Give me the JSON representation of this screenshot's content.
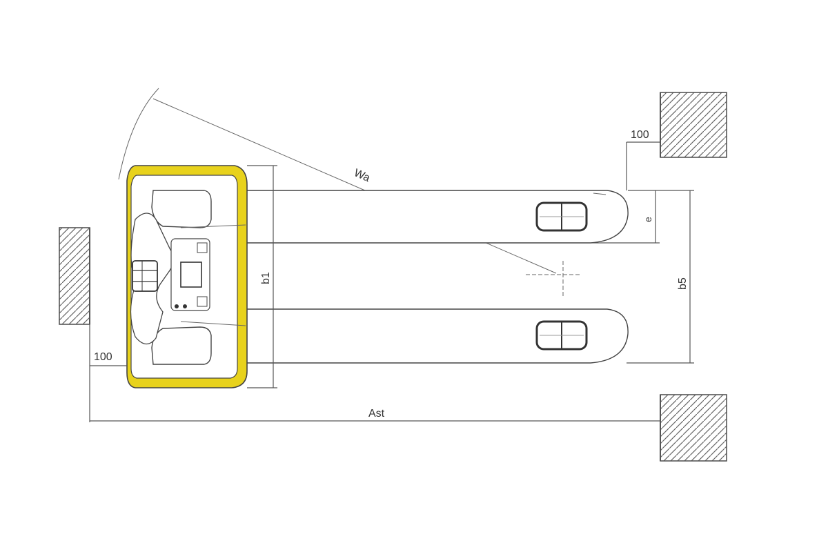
{
  "labels": {
    "wa": "Wa",
    "b1": "b1",
    "b5": "b5",
    "e": "e",
    "ast": "Ast",
    "clearance_top": "100",
    "clearance_bottom": "100"
  },
  "colors": {
    "chassis_yellow": "#e8d21c",
    "line": "#555555",
    "background": "#ffffff"
  }
}
